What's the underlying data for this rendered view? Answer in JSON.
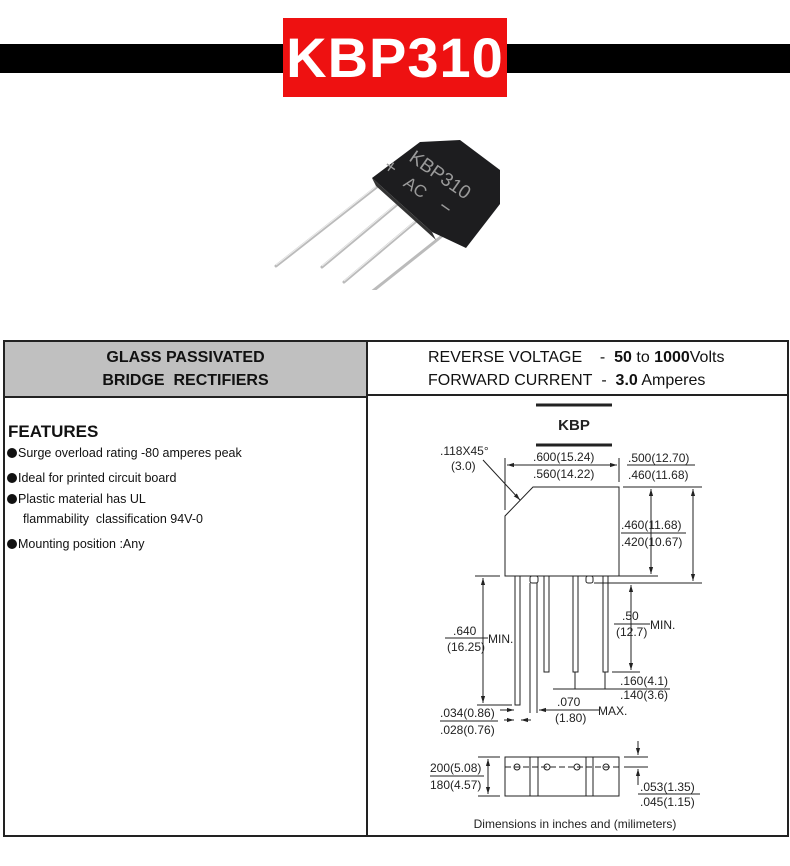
{
  "banner": {
    "title": "KBP310"
  },
  "product_photo": {
    "marking_line1": "KBP310",
    "marking_line2": "AC",
    "plus": "+",
    "minus": "−"
  },
  "header": {
    "left_line1": "GLASS PASSIVATED",
    "left_line2": "BRIDGE  RECTIFIERS",
    "reverse_voltage_label": "REVERSE VOLTAGE",
    "dash": "-",
    "reverse_voltage_min": "50",
    "to": "to",
    "reverse_voltage_max": "1000",
    "reverse_voltage_unit": "Volts",
    "forward_current_label": "FORWARD CURRENT",
    "forward_current_value": "3.0",
    "forward_current_unit": "Amperes"
  },
  "features": {
    "title": "FEATURES",
    "items": [
      "Surge overload rating -80 amperes peak",
      "Ideal for printed circuit board",
      "Plastic material has UL",
      "Mounting position :Any"
    ],
    "item3_cont": "flammability  classification 94V-0"
  },
  "diagram": {
    "package": "KBP",
    "chamfer": ".118X45°",
    "chamfer_mm": "(3.0)",
    "width_max": ".600(15.24)",
    "width_min": ".560(14.22)",
    "total_h_max": ".500(12.70)",
    "total_h_min": ".460(11.68)",
    "body_h_max": ".460(11.68)",
    "body_h_min": ".420(10.67)",
    "lead_len": ".640",
    "lead_len_mm": "(16.25)",
    "min": "MIN.",
    "lead_len2": ".50",
    "lead_len2_mm": "(12.7)",
    "pitch_max": ".160(4.1)",
    "pitch_min": ".140(3.6)",
    "lead_w": ".070",
    "lead_w_mm": "(1.80)",
    "max": "MAX.",
    "lead_d_max": ".034(0.86)",
    "lead_d_min": ".028(0.76)",
    "thick_max": "200(5.08)",
    "thick_min": "180(4.57)",
    "tab_max": ".053(1.35)",
    "tab_min": ".045(1.15)",
    "caption": "Dimensions in inches and (milimeters)"
  }
}
